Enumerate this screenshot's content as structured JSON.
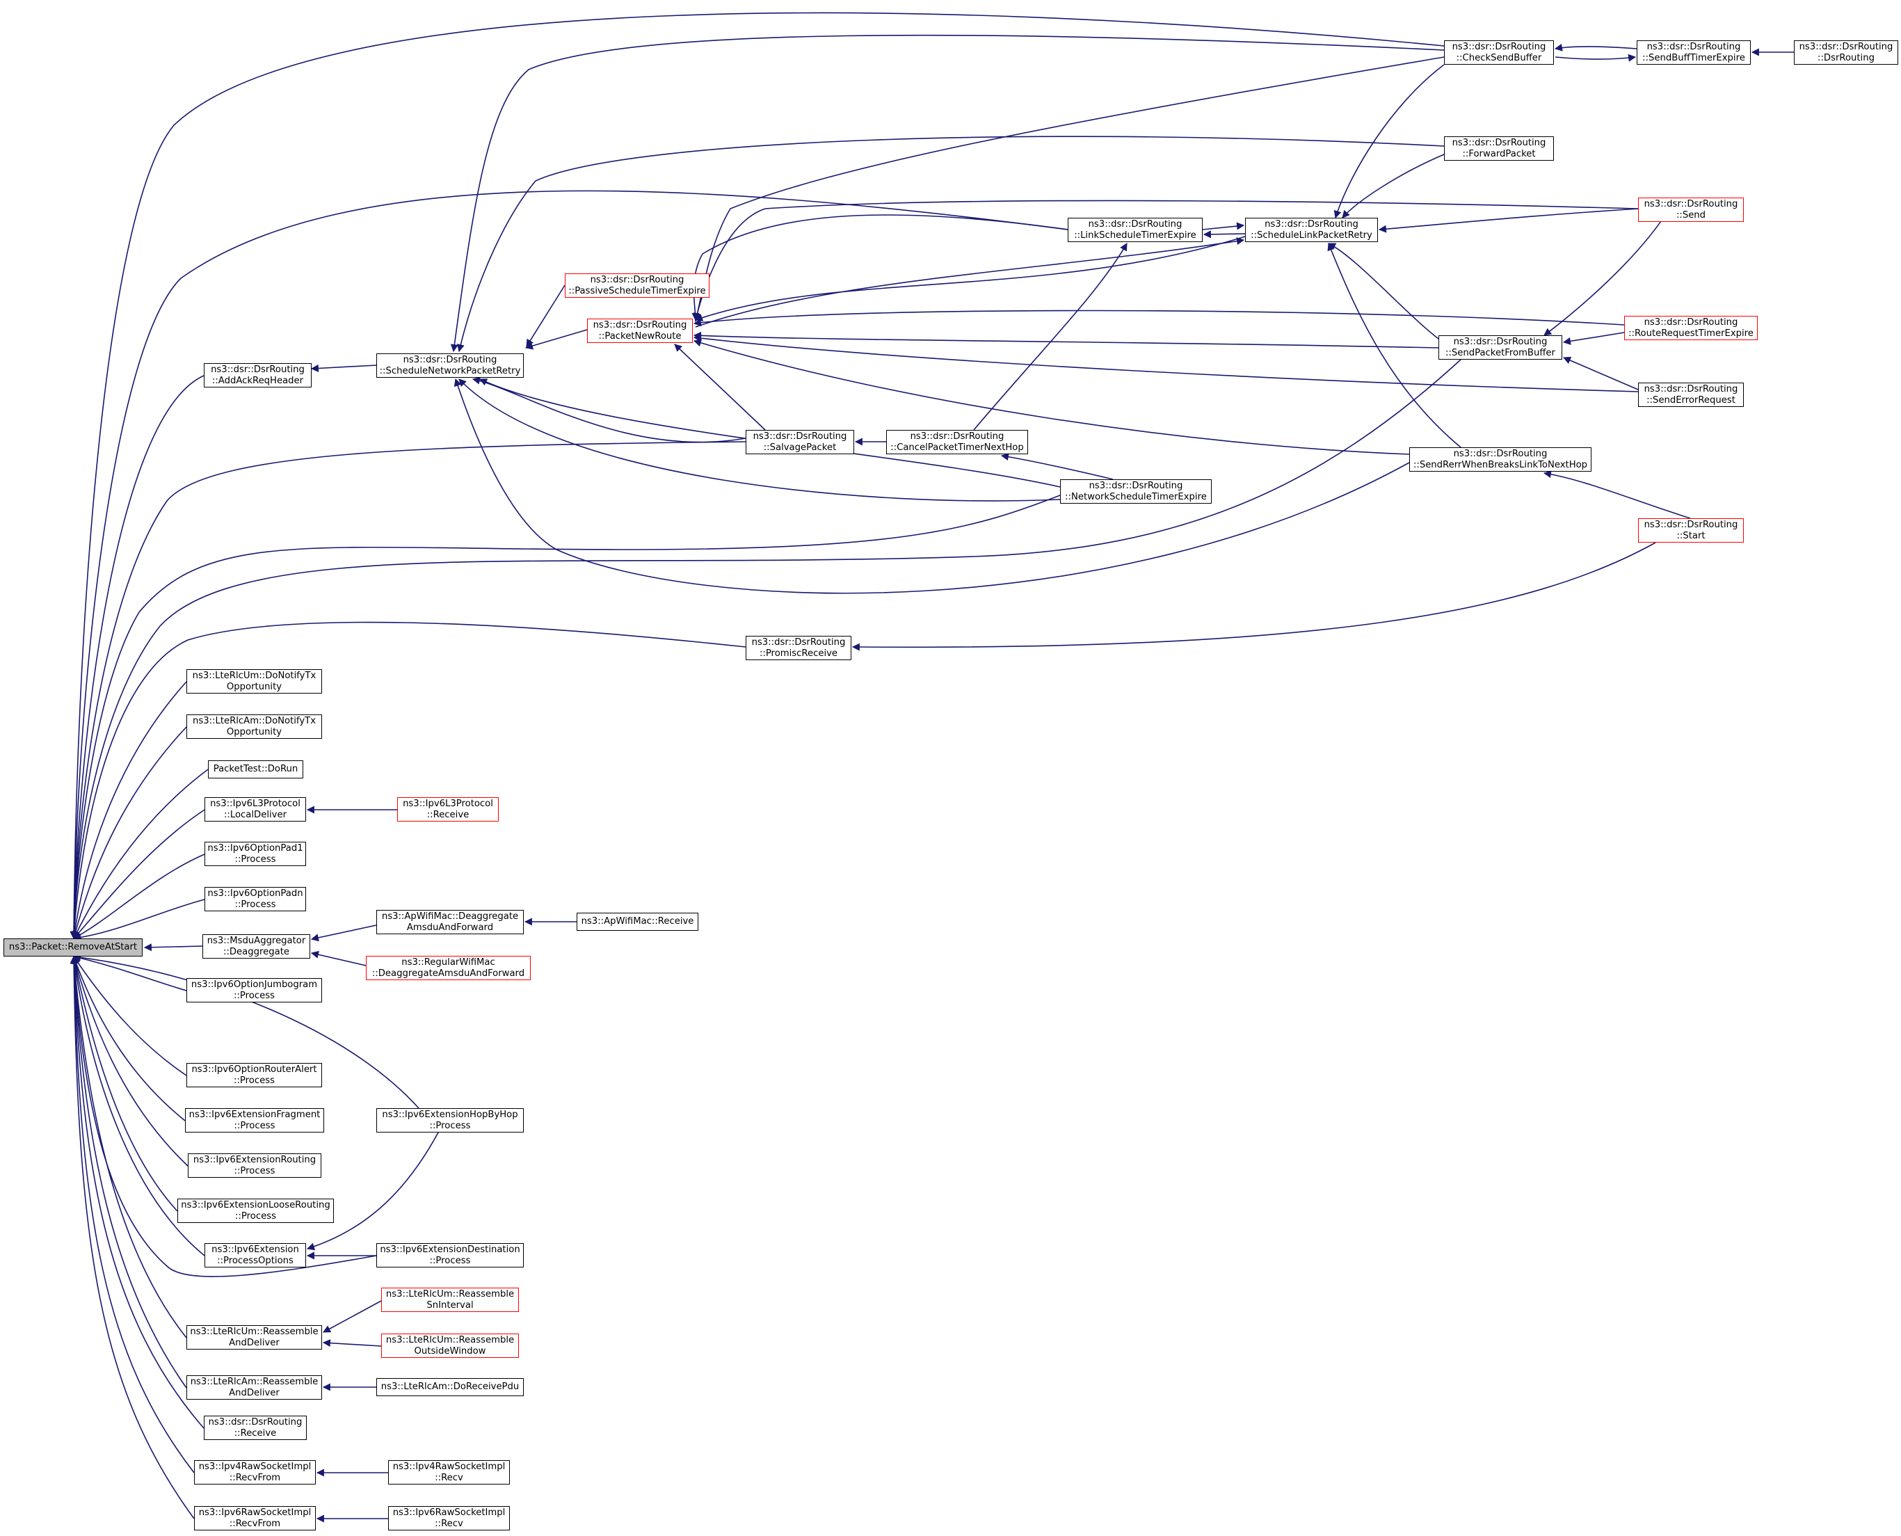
{
  "colors": {
    "edge": "#191970",
    "node_border": "#000000",
    "node_border_truncated": "#ff0000",
    "root_fill": "#bfbfbf"
  },
  "nodes": {
    "root": {
      "lines": [
        "ns3::Packet::RemoveAtStart"
      ]
    },
    "addAckReqHeader": {
      "lines": [
        "ns3::dsr::DsrRouting",
        "::AddAckReqHeader"
      ]
    },
    "scheduleNetworkPacketRetry": {
      "lines": [
        "ns3::dsr::DsrRouting",
        "::ScheduleNetworkPacketRetry"
      ]
    },
    "passiveScheduleTimerExpire": {
      "lines": [
        "ns3::dsr::DsrRouting",
        "::PassiveScheduleTimerExpire"
      ]
    },
    "packetNewRoute": {
      "lines": [
        "ns3::dsr::DsrRouting",
        "::PacketNewRoute"
      ]
    },
    "linkScheduleTimerExpire": {
      "lines": [
        "ns3::dsr::DsrRouting",
        "::LinkScheduleTimerExpire"
      ]
    },
    "scheduleLinkPacketRetry": {
      "lines": [
        "ns3::dsr::DsrRouting",
        "::ScheduleLinkPacketRetry"
      ]
    },
    "checkSendBuffer": {
      "lines": [
        "ns3::dsr::DsrRouting",
        "::CheckSendBuffer"
      ]
    },
    "sendBuffTimerExpire": {
      "lines": [
        "ns3::dsr::DsrRouting",
        "::SendBuffTimerExpire"
      ]
    },
    "dsrRoutingCtor": {
      "lines": [
        "ns3::dsr::DsrRouting",
        "::DsrRouting"
      ]
    },
    "forwardPacket": {
      "lines": [
        "ns3::dsr::DsrRouting",
        "::ForwardPacket"
      ]
    },
    "send": {
      "lines": [
        "ns3::dsr::DsrRouting",
        "::Send"
      ]
    },
    "sendPacketFromBuffer": {
      "lines": [
        "ns3::dsr::DsrRouting",
        "::SendPacketFromBuffer"
      ]
    },
    "routeRequestTimerExpire": {
      "lines": [
        "ns3::dsr::DsrRouting",
        "::RouteRequestTimerExpire"
      ]
    },
    "sendErrorRequest": {
      "lines": [
        "ns3::dsr::DsrRouting",
        "::SendErrorRequest"
      ]
    },
    "salvagePacket": {
      "lines": [
        "ns3::dsr::DsrRouting",
        "::SalvagePacket"
      ]
    },
    "cancelPacketTimerNextHop": {
      "lines": [
        "ns3::dsr::DsrRouting",
        "::CancelPacketTimerNextHop"
      ]
    },
    "sendRerrWhenBreaksLinkToNextHop": {
      "lines": [
        "ns3::dsr::DsrRouting",
        "::SendRerrWhenBreaksLinkToNextHop"
      ]
    },
    "networkScheduleTimerExpire": {
      "lines": [
        "ns3::dsr::DsrRouting",
        "::NetworkScheduleTimerExpire"
      ]
    },
    "start": {
      "lines": [
        "ns3::dsr::DsrRouting",
        "::Start"
      ]
    },
    "promiscReceive": {
      "lines": [
        "ns3::dsr::DsrRouting",
        "::PromiscReceive"
      ]
    },
    "lteRlcUmDoNotify": {
      "lines": [
        "ns3::LteRlcUm::DoNotifyTx",
        "Opportunity"
      ]
    },
    "lteRlcAmDoNotify": {
      "lines": [
        "ns3::LteRlcAm::DoNotifyTx",
        "Opportunity"
      ]
    },
    "packetTestDoRun": {
      "lines": [
        "PacketTest::DoRun"
      ]
    },
    "ipv6L3LocalDeliver": {
      "lines": [
        "ns3::Ipv6L3Protocol",
        "::LocalDeliver"
      ]
    },
    "ipv6L3Receive": {
      "lines": [
        "ns3::Ipv6L3Protocol",
        "::Receive"
      ]
    },
    "ipv6OptionPad1": {
      "lines": [
        "ns3::Ipv6OptionPad1",
        "::Process"
      ]
    },
    "ipv6OptionPadn": {
      "lines": [
        "ns3::Ipv6OptionPadn",
        "::Process"
      ]
    },
    "msduDeaggregate": {
      "lines": [
        "ns3::MsduAggregator",
        "::Deaggregate"
      ]
    },
    "apDeaggregate": {
      "lines": [
        "ns3::ApWifiMac::Deaggregate",
        "AmsduAndForward"
      ]
    },
    "apReceive": {
      "lines": [
        "ns3::ApWifiMac::Receive"
      ]
    },
    "regularDeaggregate": {
      "lines": [
        "ns3::RegularWifiMac",
        "::DeaggregateAmsduAndForward"
      ]
    },
    "ipv6OptionJumbogram": {
      "lines": [
        "ns3::Ipv6OptionJumbogram",
        "::Process"
      ]
    },
    "ipv6OptionRouterAlert": {
      "lines": [
        "ns3::Ipv6OptionRouterAlert",
        "::Process"
      ]
    },
    "ipv6ExtFragment": {
      "lines": [
        "ns3::Ipv6ExtensionFragment",
        "::Process"
      ]
    },
    "ipv6ExtHopByHop": {
      "lines": [
        "ns3::Ipv6ExtensionHopByHop",
        "::Process"
      ]
    },
    "ipv6ExtRouting": {
      "lines": [
        "ns3::Ipv6ExtensionRouting",
        "::Process"
      ]
    },
    "ipv6ExtLooseRouting": {
      "lines": [
        "ns3::Ipv6ExtensionLooseRouting",
        "::Process"
      ]
    },
    "ipv6ExtProcessOptions": {
      "lines": [
        "ns3::Ipv6Extension",
        "::ProcessOptions"
      ]
    },
    "ipv6ExtDestination": {
      "lines": [
        "ns3::Ipv6ExtensionDestination",
        "::Process"
      ]
    },
    "lteRlcUmReassemble": {
      "lines": [
        "ns3::LteRlcUm::Reassemble",
        "AndDeliver"
      ]
    },
    "lteRlcUmSnInterval": {
      "lines": [
        "ns3::LteRlcUm::Reassemble",
        "SnInterval"
      ]
    },
    "lteRlcUmOutsideWindow": {
      "lines": [
        "ns3::LteRlcUm::Reassemble",
        "OutsideWindow"
      ]
    },
    "lteRlcAmReassemble": {
      "lines": [
        "ns3::LteRlcAm::Reassemble",
        "AndDeliver"
      ]
    },
    "lteRlcAmDoReceivePdu": {
      "lines": [
        "ns3::LteRlcAm::DoReceivePdu"
      ]
    },
    "dsrReceive": {
      "lines": [
        "ns3::dsr::DsrRouting",
        "::Receive"
      ]
    },
    "ipv4RawRecvFrom": {
      "lines": [
        "ns3::Ipv4RawSocketImpl",
        "::RecvFrom"
      ]
    },
    "ipv4RawRecv": {
      "lines": [
        "ns3::Ipv4RawSocketImpl",
        "::Recv"
      ]
    },
    "ipv6RawRecvFrom": {
      "lines": [
        "ns3::Ipv6RawSocketImpl",
        "::RecvFrom"
      ]
    },
    "ipv6RawRecv": {
      "lines": [
        "ns3::Ipv6RawSocketImpl",
        "::Recv"
      ]
    }
  }
}
